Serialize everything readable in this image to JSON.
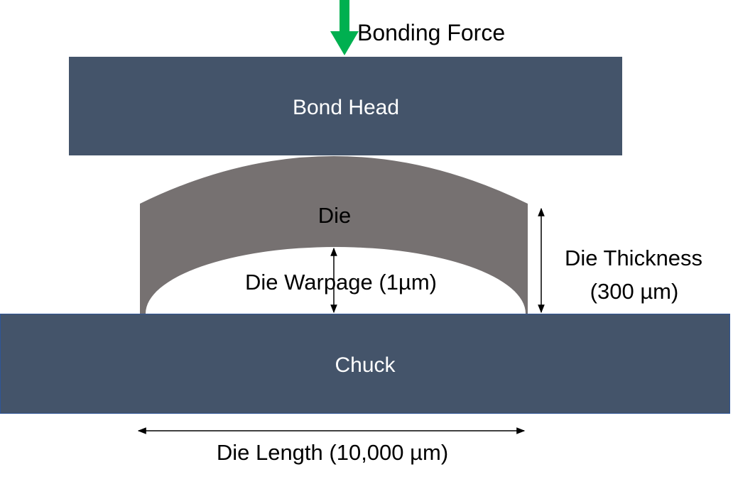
{
  "labels": {
    "bonding_force": "Bonding Force",
    "bond_head": "Bond Head",
    "die": "Die",
    "die_warpage": "Die Warpage (1µm)",
    "die_thickness_line1": "Die Thickness",
    "die_thickness_line2": "(300 µm)",
    "chuck": "Chuck",
    "die_length": "Die Length (10,000 µm)"
  },
  "colors": {
    "bond_head": "#44546A",
    "chuck": "#44546A",
    "die": "#767171",
    "force_arrow": "#00B050"
  }
}
